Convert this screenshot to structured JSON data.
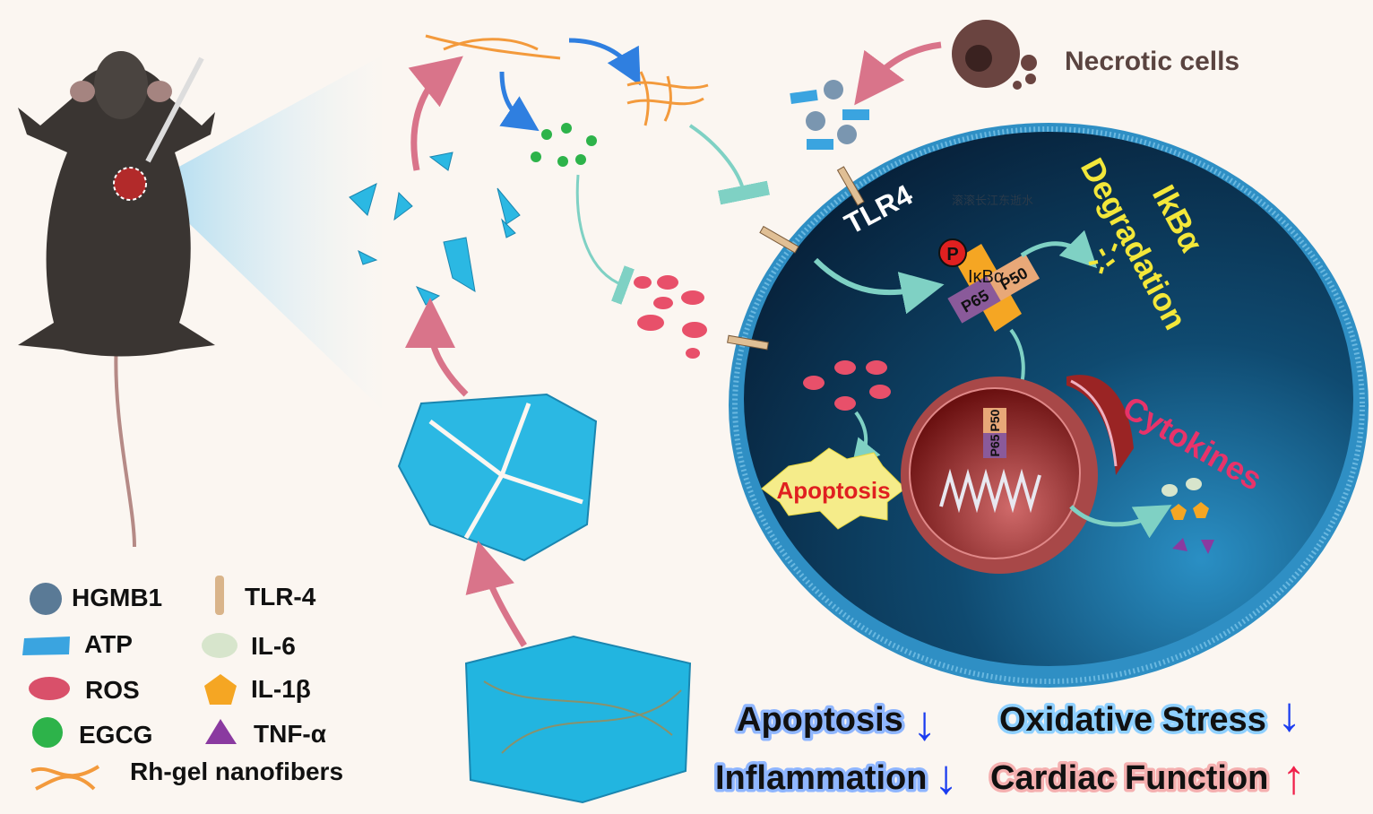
{
  "labels": {
    "necrotic_cells": "Necrotic cells",
    "tlr4": "TLR4",
    "ikba_degradation_1": "IkBα",
    "ikba_degradation_2": "Degradation",
    "p": "P",
    "ikba": "IκBα",
    "p50": "P50",
    "p65": "P65",
    "nuc_p50": "P50",
    "nuc_p65": "P65",
    "apoptosis": "Apoptosis",
    "cytokines": "Cytokines",
    "watermark": "滚滚长江东逝水"
  },
  "legend": [
    {
      "icon": "hgmb1-sphere-icon",
      "label": "HGMB1",
      "color": "#5a7a96"
    },
    {
      "icon": "tlr4-receptor-icon",
      "label": "TLR-4",
      "color": "#d9b48a"
    },
    {
      "icon": "atp-rectangle-icon",
      "label": "ATP",
      "color": "#3aa4e0"
    },
    {
      "icon": "il6-ellipse-icon",
      "label": "IL-6",
      "color": "#d7e5cc"
    },
    {
      "icon": "ros-ellipse-icon",
      "label": "ROS",
      "color": "#d9506a"
    },
    {
      "icon": "il1b-pentagon-icon",
      "label": "IL-1β",
      "color": "#f5a623"
    },
    {
      "icon": "egcg-sphere-icon",
      "label": "EGCG",
      "color": "#2db34a"
    },
    {
      "icon": "tnfa-triangle-icon",
      "label": "TNF-α",
      "color": "#8a3aa0"
    },
    {
      "icon": "nanofiber-icon",
      "label": "Rh-gel nanofibers",
      "color": "#f39a3c"
    }
  ],
  "outcomes": [
    {
      "label": "Apoptosis",
      "trend": "down",
      "arrow": "↓",
      "arrow_color": "#1a3cf0",
      "glow": "#8fb6ff"
    },
    {
      "label": "Oxidative Stress",
      "trend": "down",
      "arrow": "↓",
      "arrow_color": "#1a3cf0",
      "glow": "#8fd0ff"
    },
    {
      "label": "Inflammation",
      "trend": "down",
      "arrow": "↓",
      "arrow_color": "#1a3cf0",
      "glow": "#8fb6ff"
    },
    {
      "label": "Cardiac Function",
      "trend": "up",
      "arrow": "↑",
      "arrow_color": "#f0204a",
      "glow": "#f5b0b0"
    }
  ],
  "colors": {
    "background": "#fbf6f1",
    "cell_interior": "#0c2a46",
    "cell_membrane": "#2f8fc4",
    "hydrogel": "#22b5e0",
    "arrow_pink": "#d9748a",
    "arrow_teal": "#7fd1c4",
    "arrow_blue": "#2f7fe0",
    "yellow_text": "#f3e73a",
    "cytokine_text": "#e8336a"
  }
}
